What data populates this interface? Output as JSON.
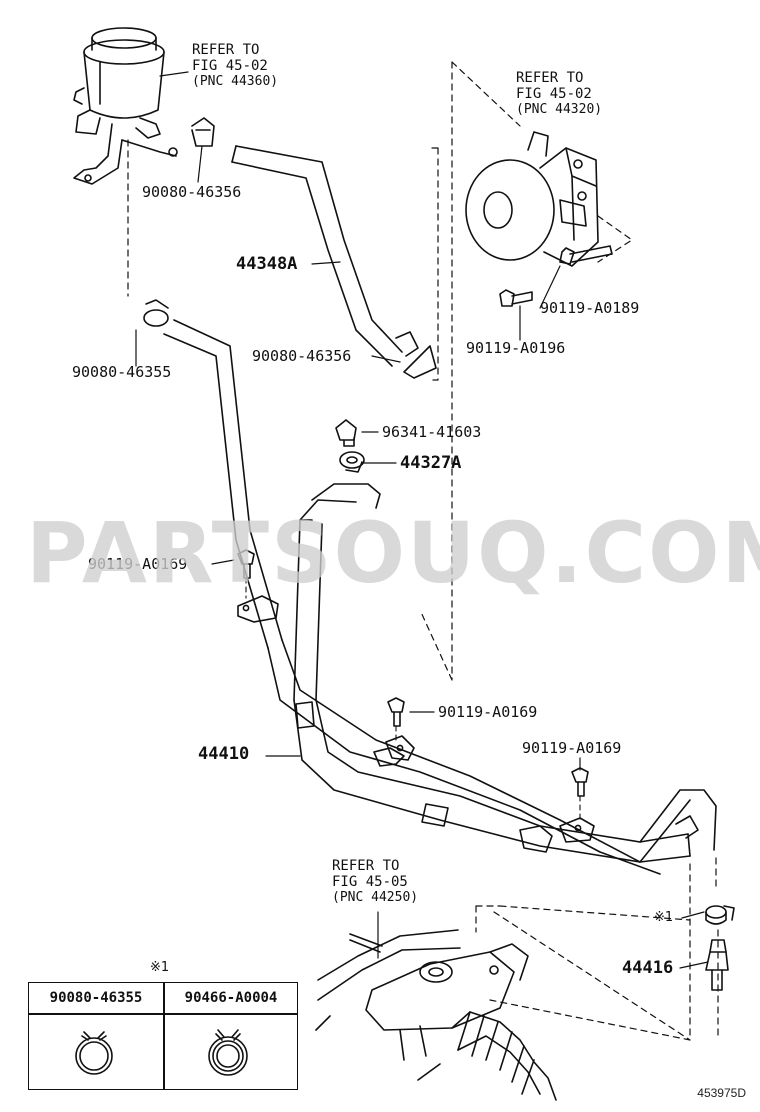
{
  "diagram": {
    "refs": [
      {
        "line1": "REFER TO",
        "line2": "FIG 45-02",
        "line3": "(PNC 44360)"
      },
      {
        "line1": "REFER TO",
        "line2": "FIG 45-02",
        "line3": "(PNC 44320)"
      },
      {
        "line1": "REFER TO",
        "line2": "FIG 45-05",
        "line3": "(PNC 44250)"
      }
    ],
    "labels": {
      "clamp_top": "90080-46356",
      "hose_return": "44348A",
      "bolt_pump_long": "90119-A0189",
      "bolt_pump_short": "90119-A0196",
      "clamp_mid": "90080-46356",
      "clamp_left": "90080-46355",
      "union_bolt": "96341-41603",
      "gasket": "44327A",
      "bolt_bracket_left": "90119-A0169",
      "bolt_bracket_mid": "90119-A0169",
      "bolt_bracket_right": "90119-A0169",
      "pressure_tube": "44410",
      "tube_end": "44416"
    },
    "note_mark": "※1",
    "watermark": "PARTSOUQ.COM",
    "figure_id": "453975D",
    "table": {
      "note_mark": "※1",
      "col1": "90080-46355",
      "col2": "90466-A0004"
    }
  }
}
